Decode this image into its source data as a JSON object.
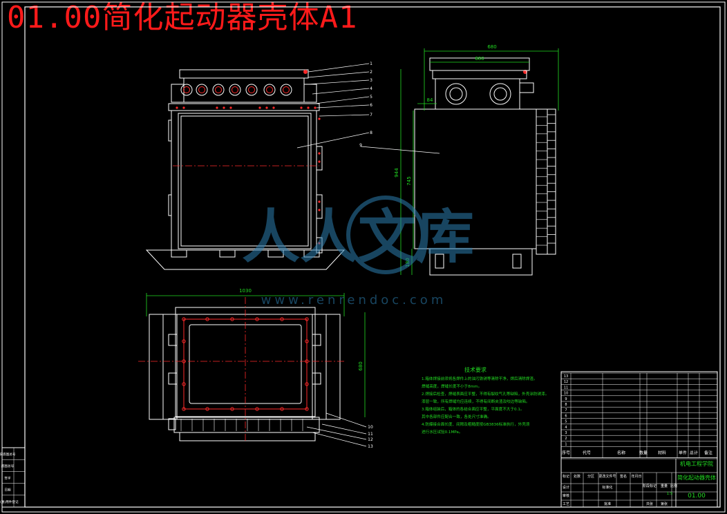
{
  "drawing": {
    "title": "01.00简化起动器壳体A1",
    "drawing_number": "01.00",
    "part_name": "简化起动器壳体",
    "school": "机电工程学院"
  },
  "watermark": {
    "text": "人人文库",
    "url": "www.renrendoc.com"
  },
  "dimensions": {
    "top_width": "680",
    "side_top_width": "680",
    "side_inner_width": "600",
    "side_height_total": "944",
    "side_height_inner": "745",
    "side_bottom": "180",
    "side_left_offset": "84",
    "plan_width": "1030",
    "plan_height": "680"
  },
  "balloons": [
    "1",
    "2",
    "3",
    "4",
    "5",
    "6",
    "7",
    "8",
    "9",
    "10",
    "11",
    "12",
    "13"
  ],
  "tech_requirements": {
    "heading": "技术要求",
    "items": [
      "1.箱体焊接前须将各焊件上的油污铁锈等清除干净，焊后清除焊渣。",
      "   焊缝高度，焊缝长度不小于8mm。",
      "2.焊接后检查，焊缝表面应平整，不得有裂纹气孔等缺陷，外壳涂防锈漆。",
      "   漆层一致，所有焊缝均应连续，不得有间断夹渣及咬边等缺陷。",
      "3.箱体组装后，箱体的各结合面应平整，平面度不大于0.1。",
      "   其中各部件应配合一致，各处尺寸准确。",
      "4.防爆接合面长度、间隙及粗糙度按GB3836标准执行，外壳须",
      "   进行水压试验0.1MPa。"
    ]
  },
  "title_block": {
    "parts_header": [
      "序号",
      "代号",
      "名称",
      "数量",
      "材料",
      "单件",
      "总计",
      "备注"
    ],
    "rows": [
      [
        "13",
        "",
        "",
        "",
        "",
        "",
        "",
        ""
      ],
      [
        "12",
        "",
        "",
        "",
        "",
        "",
        "",
        ""
      ],
      [
        "11",
        "",
        "",
        "",
        "",
        "",
        "",
        ""
      ],
      [
        "10",
        "",
        "",
        "",
        "",
        "",
        "",
        ""
      ],
      [
        "9",
        "",
        "",
        "",
        "",
        "",
        "",
        ""
      ],
      [
        "8",
        "",
        "",
        "",
        "",
        "",
        "",
        ""
      ],
      [
        "7",
        "",
        "",
        "",
        "",
        "",
        "",
        ""
      ],
      [
        "6",
        "",
        "",
        "",
        "",
        "",
        "",
        ""
      ],
      [
        "5",
        "",
        "",
        "",
        "",
        "",
        "",
        ""
      ],
      [
        "4",
        "",
        "",
        "",
        "",
        "",
        "",
        ""
      ],
      [
        "3",
        "",
        "",
        "",
        "",
        "",
        "",
        ""
      ],
      [
        "2",
        "",
        "",
        "",
        "",
        "",
        "",
        ""
      ],
      [
        "1",
        "",
        "",
        "",
        "",
        "",
        "",
        ""
      ]
    ],
    "labels": {
      "mark": "标记",
      "count": "处数",
      "zone": "分区",
      "change_doc": "更改文件号",
      "signature": "签名",
      "date": "年月日",
      "design": "设计",
      "standard": "标准化",
      "stage_mark": "阶段标记",
      "weight": "重量",
      "scale": "比例",
      "review": "审核",
      "process": "工艺",
      "approve": "批准",
      "sheet_total": "共张",
      "sheet": "第张",
      "scale_value": "1:5"
    }
  },
  "side_strip": {
    "labels": [
      "旧底图总号",
      "底图总号",
      "签字",
      "日期",
      "借(通)用件登记"
    ]
  }
}
